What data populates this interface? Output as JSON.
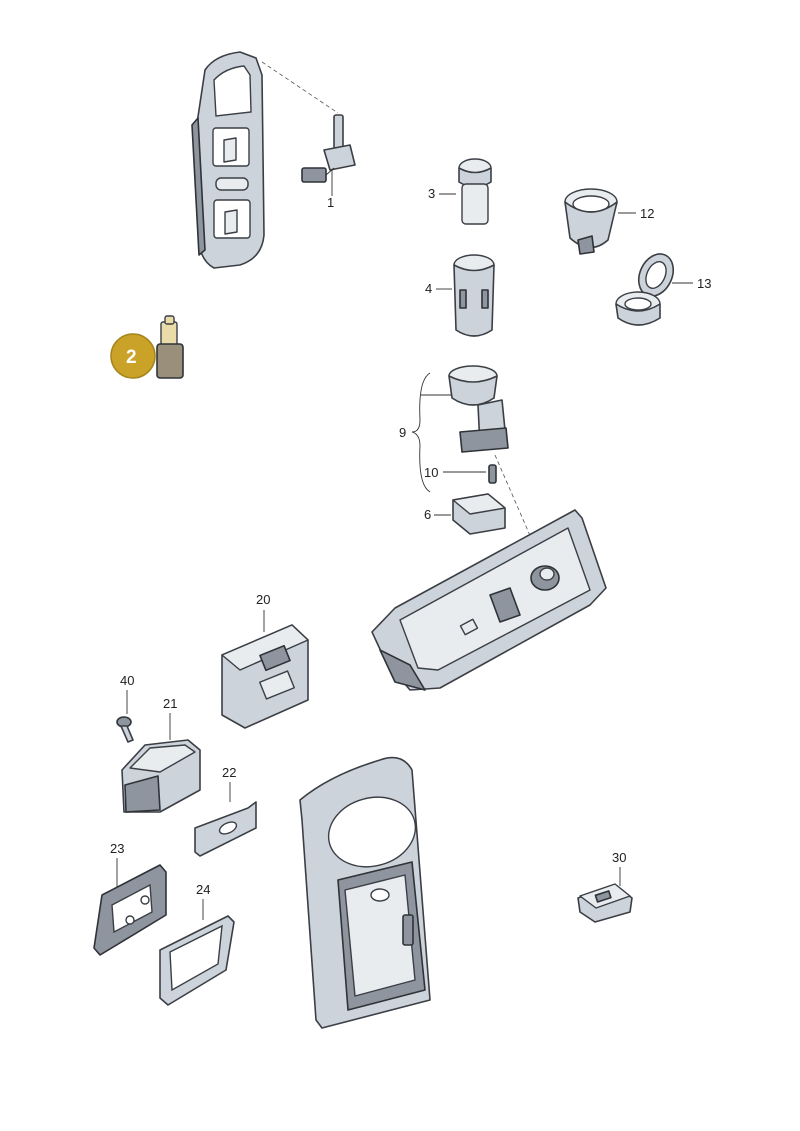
{
  "callouts": {
    "c1": "1",
    "c2": "2",
    "c3": "3",
    "c4": "4",
    "c6": "6",
    "c9": "9",
    "c10": "10",
    "c12": "12",
    "c13": "13",
    "c20": "20",
    "c21": "21",
    "c22": "22",
    "c23": "23",
    "c24": "24",
    "c30": "30",
    "c40": "40"
  },
  "colors": {
    "badge": "#c9a227",
    "part_fill": "#cdd3da",
    "outline": "#3b3f45"
  }
}
